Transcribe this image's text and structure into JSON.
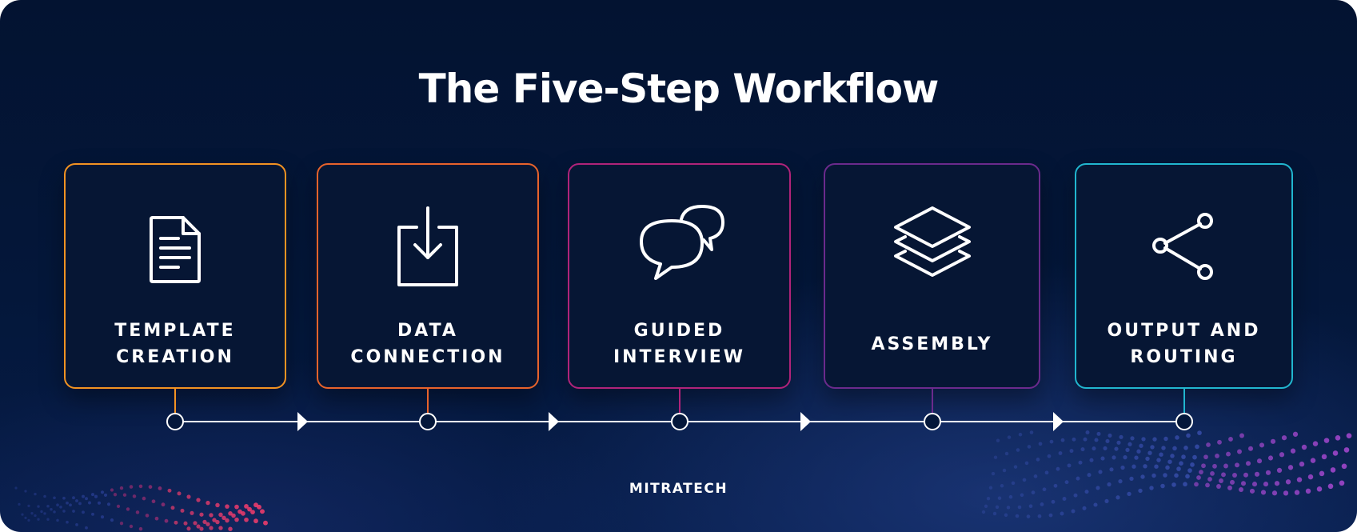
{
  "title": "The Five-Step Workflow",
  "steps": [
    {
      "label": "TEMPLATE\nCREATION",
      "color": "#f39322",
      "icon": "document-icon"
    },
    {
      "label": "DATA\nCONNECTION",
      "color": "#e8632b",
      "icon": "download-icon"
    },
    {
      "label": "GUIDED\nINTERVIEW",
      "color": "#b0237a",
      "icon": "chat-bubbles-icon"
    },
    {
      "label": "ASSEMBLY",
      "color": "#6b2a8c",
      "icon": "layers-icon"
    },
    {
      "label": "OUTPUT AND\nROUTING",
      "color": "#21b6cf",
      "icon": "share-icon"
    }
  ],
  "footer_logo": "MITRATECH",
  "colors": {
    "background": "#04173a",
    "timeline": "#ffffff"
  }
}
